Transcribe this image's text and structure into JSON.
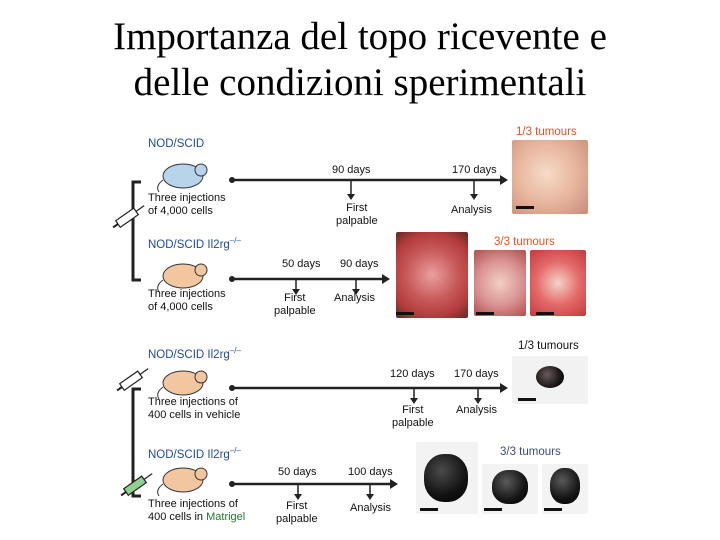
{
  "title": {
    "line1": "Importanza del topo ricevente e",
    "line2": "delle condizioni sperimentali"
  },
  "colors": {
    "strain_text": "#1f4aa0",
    "tumour_orange": "#e0531c",
    "tumour_blue": "#3c4b7a",
    "mouse_blue": "#b9d3ea",
    "mouse_orange": "#f2c7a0",
    "matrigel_green": "#1e7a2e"
  },
  "panels": [
    {
      "strain": "NOD/SCID",
      "sup": "",
      "injection_line1": "Three injections",
      "injection_line2": "of 4,000 cells",
      "injection_extra": "",
      "t1": "90 days",
      "t1_label1": "First",
      "t1_label2": "palpable",
      "t2": "170 days",
      "t2_label": "Analysis",
      "tumours": "1/3 tumours"
    },
    {
      "strain": "NOD/SCID Il2rg",
      "sup": "–/–",
      "injection_line1": "Three injections",
      "injection_line2": "of 4,000 cells",
      "injection_extra": "",
      "t1": "50 days",
      "t1_label1": "First",
      "t1_label2": "palpable",
      "t2": "90 days",
      "t2_label": "Analysis",
      "tumours": "3/3 tumours"
    },
    {
      "strain": "NOD/SCID Il2rg",
      "sup": "–/–",
      "injection_line1": "Three injections of",
      "injection_line2": "400 cells in vehicle",
      "injection_extra": "",
      "t1": "120 days",
      "t1_label1": "First",
      "t1_label2": "palpable",
      "t2": "170 days",
      "t2_label": "Analysis",
      "tumours": "1/3 tumours"
    },
    {
      "strain": "NOD/SCID Il2rg",
      "sup": "–/–",
      "injection_line1": "Three injections of",
      "injection_line2": "400 cells in",
      "injection_extra": "Matrigel",
      "t1": "50 days",
      "t1_label1": "First",
      "t1_label2": "palpable",
      "t2": "100 days",
      "t2_label": "Analysis",
      "tumours": "3/3 tumours"
    }
  ]
}
